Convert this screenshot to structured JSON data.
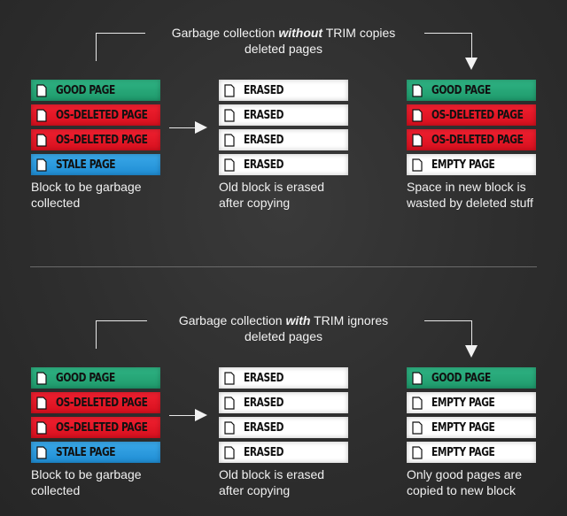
{
  "colors": {
    "good": "#25a877",
    "os_deleted": "#e8141f",
    "stale": "#2b9be0",
    "erased_empty": "#ffffff",
    "background": "#2e2e2e"
  },
  "top": {
    "title_pre": "Garbage collection ",
    "title_emph": "without",
    "title_post": " TRIM copies",
    "title_line2": "deleted pages",
    "source_block": {
      "pages": [
        {
          "type": "good",
          "label": "GOOD PAGE"
        },
        {
          "type": "deleted",
          "label": "OS-DELETED PAGE"
        },
        {
          "type": "deleted",
          "label": "OS-DELETED PAGE"
        },
        {
          "type": "stale",
          "label": "STALE PAGE"
        }
      ],
      "caption": "Block to be garbage collected"
    },
    "old_block": {
      "pages": [
        {
          "type": "white",
          "label": "ERASED"
        },
        {
          "type": "white",
          "label": "ERASED"
        },
        {
          "type": "white",
          "label": "ERASED"
        },
        {
          "type": "white",
          "label": "ERASED"
        }
      ],
      "caption": "Old block is erased after copying"
    },
    "new_block": {
      "pages": [
        {
          "type": "good",
          "label": "GOOD PAGE"
        },
        {
          "type": "deleted",
          "label": "OS-DELETED PAGE"
        },
        {
          "type": "deleted",
          "label": "OS-DELETED PAGE"
        },
        {
          "type": "white",
          "label": "EMPTY PAGE"
        }
      ],
      "caption": "Space in new block is wasted by deleted stuff"
    }
  },
  "bottom": {
    "title_pre": "Garbage collection ",
    "title_emph": "with",
    "title_post": " TRIM ignores",
    "title_line2": "deleted pages",
    "source_block": {
      "pages": [
        {
          "type": "good",
          "label": "GOOD PAGE"
        },
        {
          "type": "deleted",
          "label": "OS-DELETED PAGE"
        },
        {
          "type": "deleted",
          "label": "OS-DELETED PAGE"
        },
        {
          "type": "stale",
          "label": "STALE PAGE"
        }
      ],
      "caption": "Block to be garbage collected"
    },
    "old_block": {
      "pages": [
        {
          "type": "white",
          "label": "ERASED"
        },
        {
          "type": "white",
          "label": "ERASED"
        },
        {
          "type": "white",
          "label": "ERASED"
        },
        {
          "type": "white",
          "label": "ERASED"
        }
      ],
      "caption": "Old block is erased after copying"
    },
    "new_block": {
      "pages": [
        {
          "type": "good",
          "label": "GOOD PAGE"
        },
        {
          "type": "white",
          "label": "EMPTY PAGE"
        },
        {
          "type": "white",
          "label": "EMPTY PAGE"
        },
        {
          "type": "white",
          "label": "EMPTY PAGE"
        }
      ],
      "caption": "Only good pages are copied to new block"
    }
  }
}
